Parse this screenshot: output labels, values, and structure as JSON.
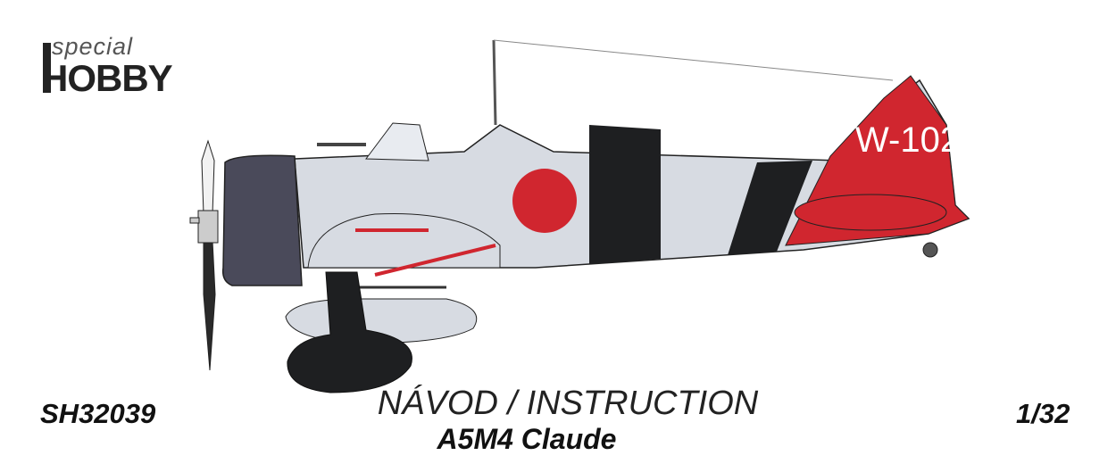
{
  "logo": {
    "top": "special",
    "bottom": "hobby"
  },
  "product_code": "SH32039",
  "title": "NÁVOD / INSTRUCTION",
  "subtitle": "A5M4 Claude",
  "scale": "1/32",
  "aircraft": {
    "tail_code": "W-102",
    "colors": {
      "body": "#d7dbe2",
      "red": "#d0262f",
      "black": "#1e1f21",
      "cowling": "#4a4a5a"
    }
  }
}
